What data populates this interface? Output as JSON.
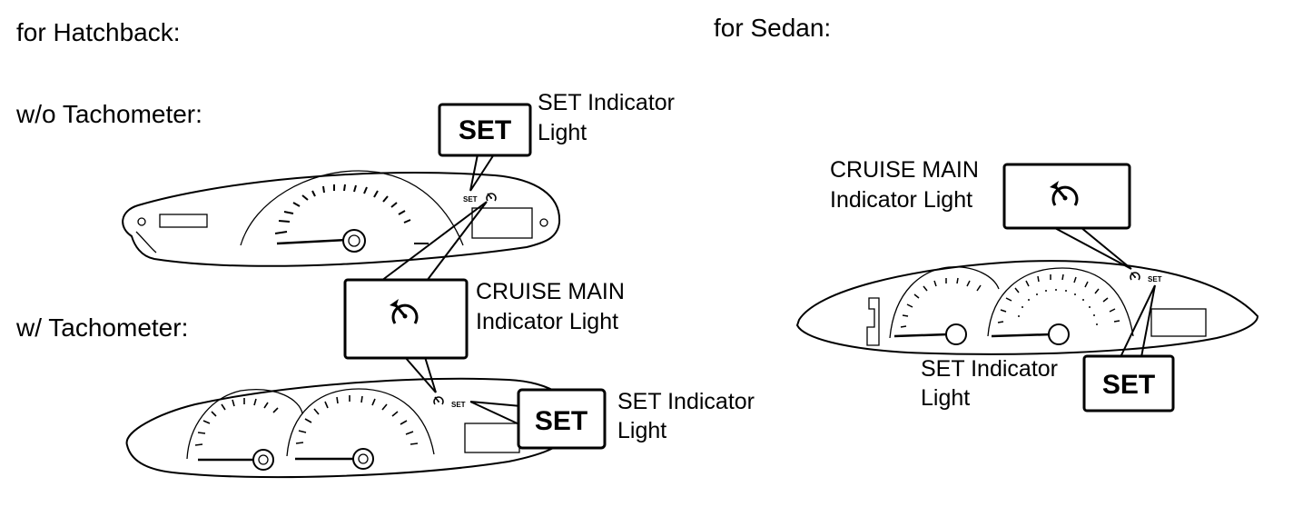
{
  "sections": {
    "hatchback": "for Hatchback:",
    "sedan": "for Sedan:",
    "wo_tach": "w/o Tachometer:",
    "w_tach": "w/ Tachometer:"
  },
  "callouts": {
    "set_box": "SET",
    "set_label_line1": "SET Indicator",
    "set_label_line2": "Light",
    "cruise_label_line1": "CRUISE MAIN",
    "cruise_label_line2": "Indicator Light",
    "cruise_icon": "cruise-control-speedometer-icon"
  },
  "cluster_text": {
    "set_small": "SET"
  }
}
